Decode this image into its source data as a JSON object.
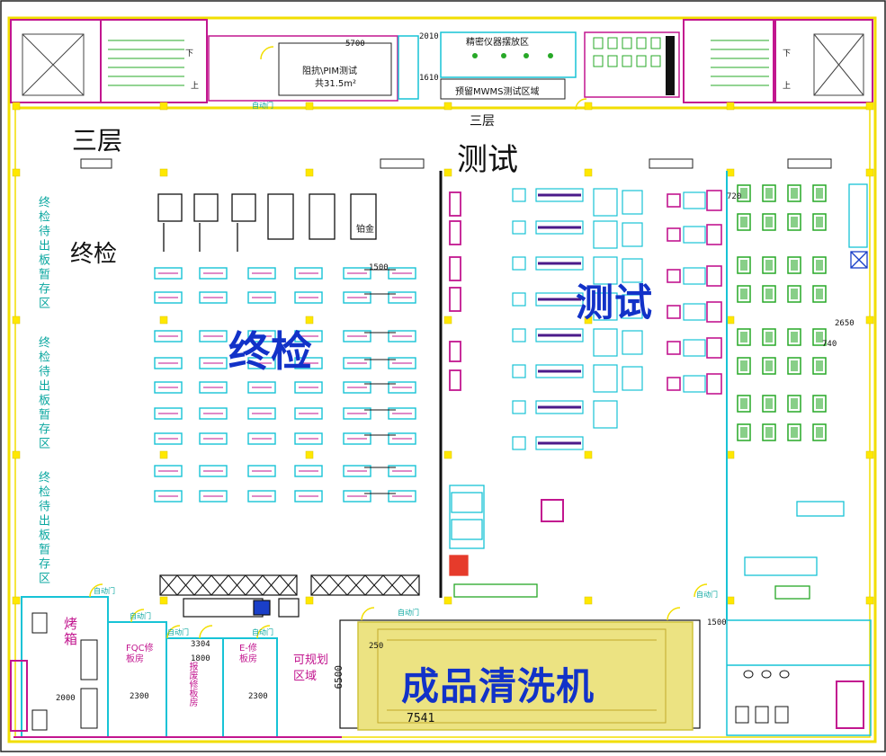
{
  "floor_top_left": "三层",
  "floor_top_center": "三层",
  "zone_test_title": "测试",
  "zone_final_title": "终检",
  "label_final_blue": "终检",
  "label_test_blue": "测试",
  "label_washer_blue": "成品清洗机",
  "left_wall_labels": [
    "终检待出板暂存区",
    "终检待出板暂存区",
    "终检待出板暂存区"
  ],
  "room_impedance": "阻抗\\PIM测试",
  "room_impedance_area": "共31.5m²",
  "room_precision": "精密仪器摆放区",
  "room_mwms": "预留MWMS测试区域",
  "room_oven": "烤箱",
  "room_fqc": "FQC修板房",
  "room_scrap": "报废修板房",
  "room_e": "E-修板房",
  "room_plannable": "可规划区域",
  "label_platinum": "铂金",
  "door_labels": [
    "自动门",
    "自动门",
    "自动门",
    "自动门",
    "自动门",
    "自动门",
    "自动门"
  ],
  "dim_5700": "5700",
  "dim_2010": "2010",
  "dim_1610": "1610",
  "dim_1500": "1500",
  "dim_720": "720",
  "dim_2650": "2650",
  "dim_740": "740",
  "dim_3304": "3304",
  "dim_1800": "1800",
  "dim_2300": "2300",
  "dim_2000": "2000",
  "dim_6500": "6500",
  "dim_7541": "7541",
  "dim_250": "250",
  "colors": {
    "wall": "#f5e400",
    "column": "#ffe800",
    "cyan": "#17c3d6",
    "magenta": "#c2168f",
    "blue_label": "#1232c8",
    "green": "#27a827",
    "purple": "#4b1a8a"
  }
}
